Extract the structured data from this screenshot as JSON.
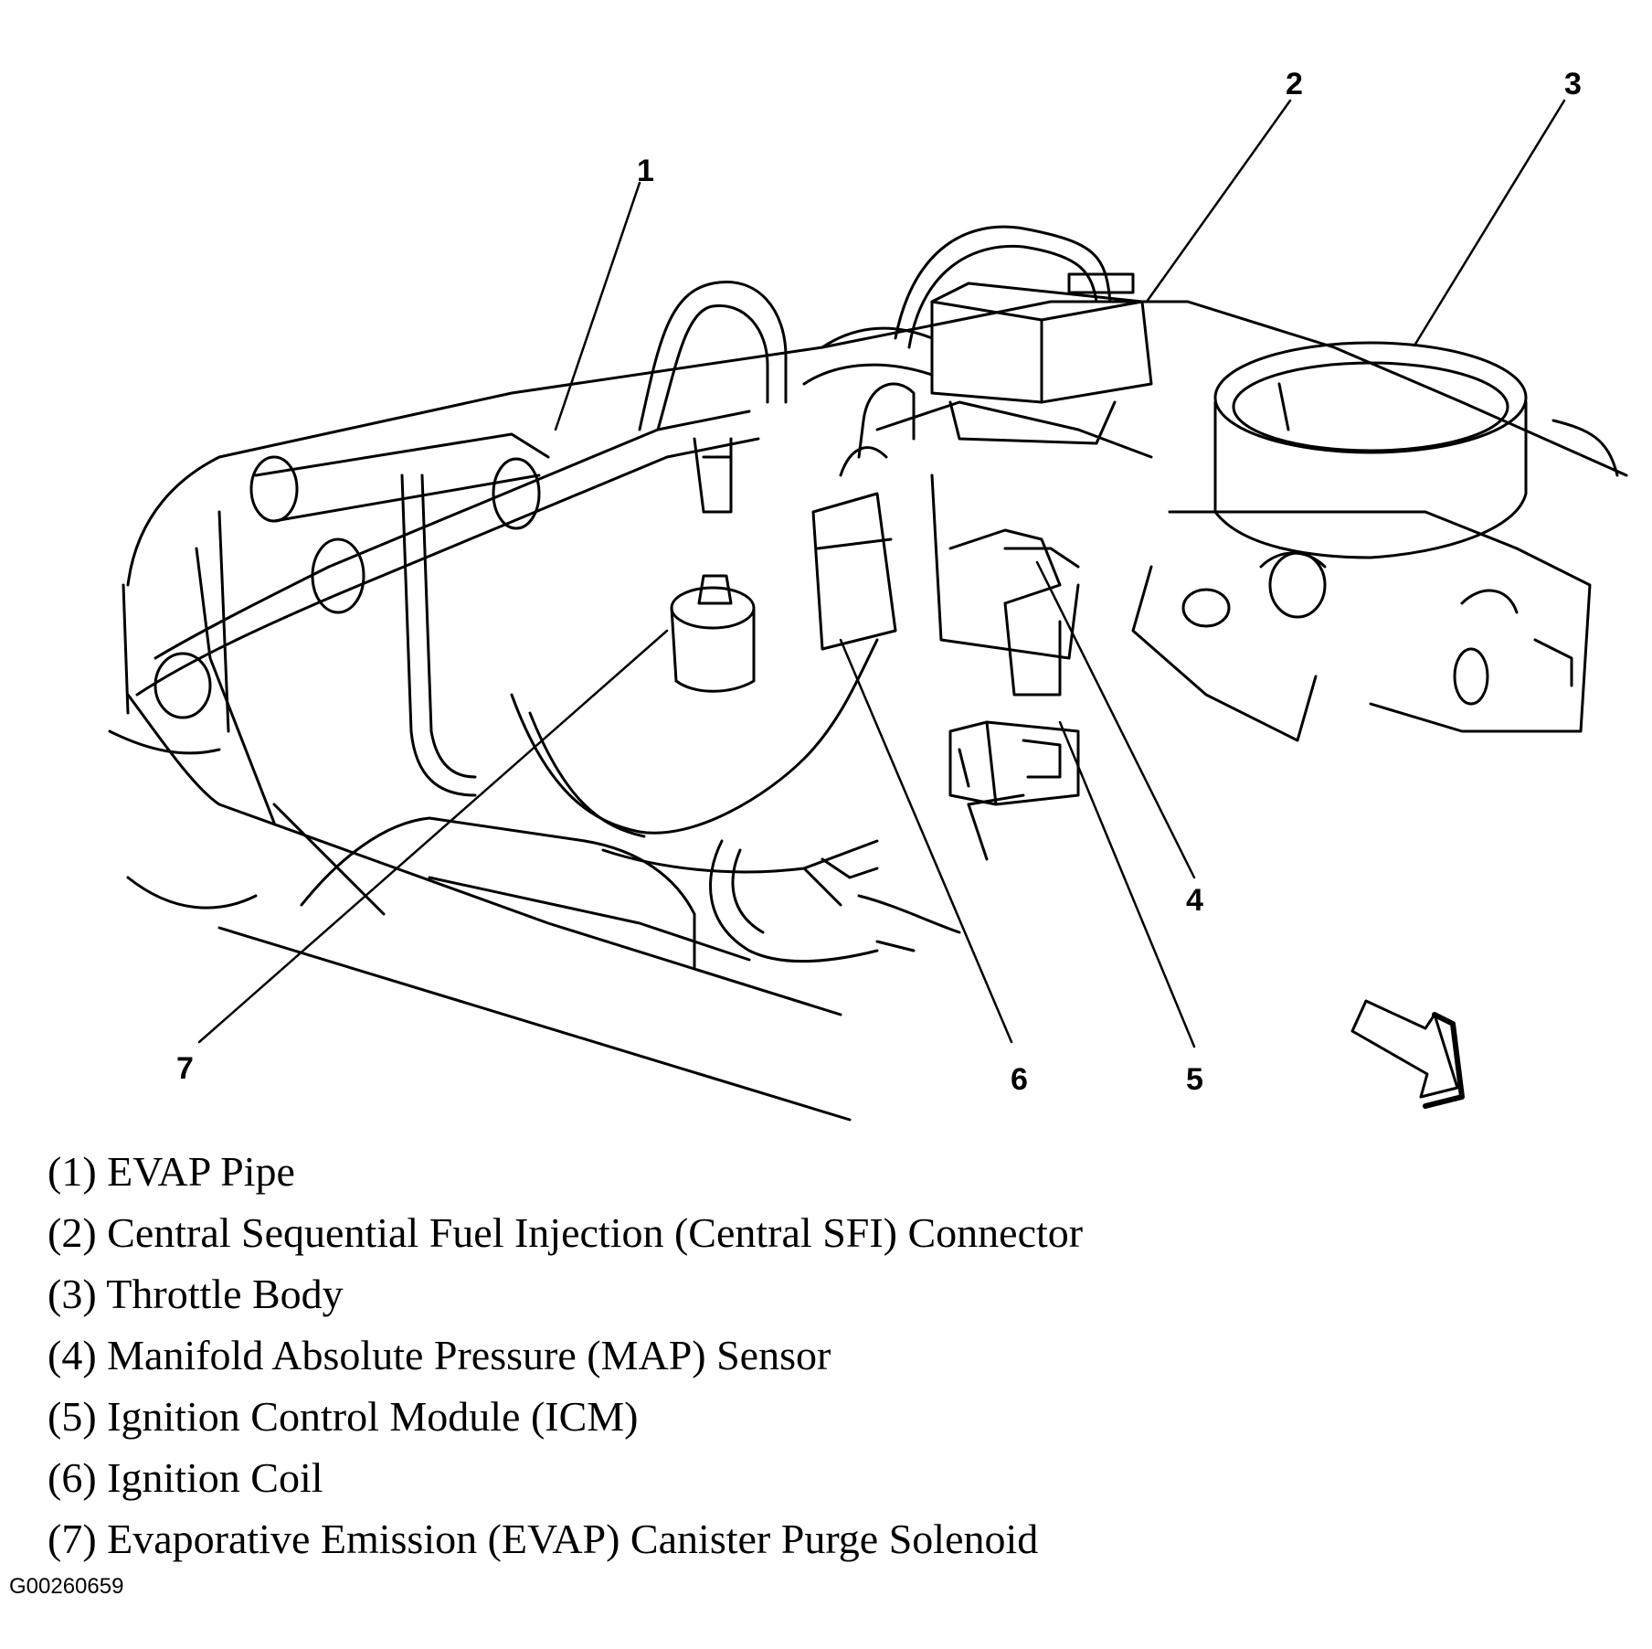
{
  "callouts": {
    "c1": "1",
    "c2": "2",
    "c3": "3",
    "c4": "4",
    "c5": "5",
    "c6": "6",
    "c7": "7"
  },
  "legend": [
    "(1) EVAP Pipe",
    "(2) Central Sequential Fuel Injection (Central SFI) Connector",
    "(3) Throttle Body",
    "(4) Manifold Absolute Pressure (MAP) Sensor",
    "(5) Ignition Control Module (ICM)",
    "(6) Ignition Coil",
    " (7) Evaporative Emission (EVAP) Canister Purge Solenoid"
  ],
  "figure_id": "G00260659",
  "colors": {
    "ink": "#000000",
    "paper": "#ffffff"
  }
}
